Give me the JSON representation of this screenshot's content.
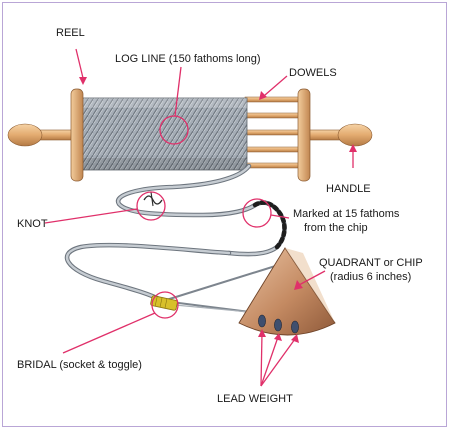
{
  "labels": {
    "reel": "REEL",
    "log_line": "LOG LINE (150 fathoms long)",
    "dowels": "DOWELS",
    "handle": "HANDLE",
    "knot": "KNOT",
    "marked_line1": "Marked at 15 fathoms",
    "marked_line2": "from the chip",
    "quadrant_line1": "QUADRANT or CHIP",
    "quadrant_line2": "(radius 6 inches)",
    "bridal": "BRIDAL (socket & toggle)",
    "lead_weight": "LEAD WEIGHT"
  },
  "colors": {
    "pointer": "#e0306a",
    "wood": "#e6b277",
    "wood_dark": "#b97e45",
    "rope": "#9aa3ad",
    "chip": "#c48a62",
    "border": "#b9a6d6"
  }
}
